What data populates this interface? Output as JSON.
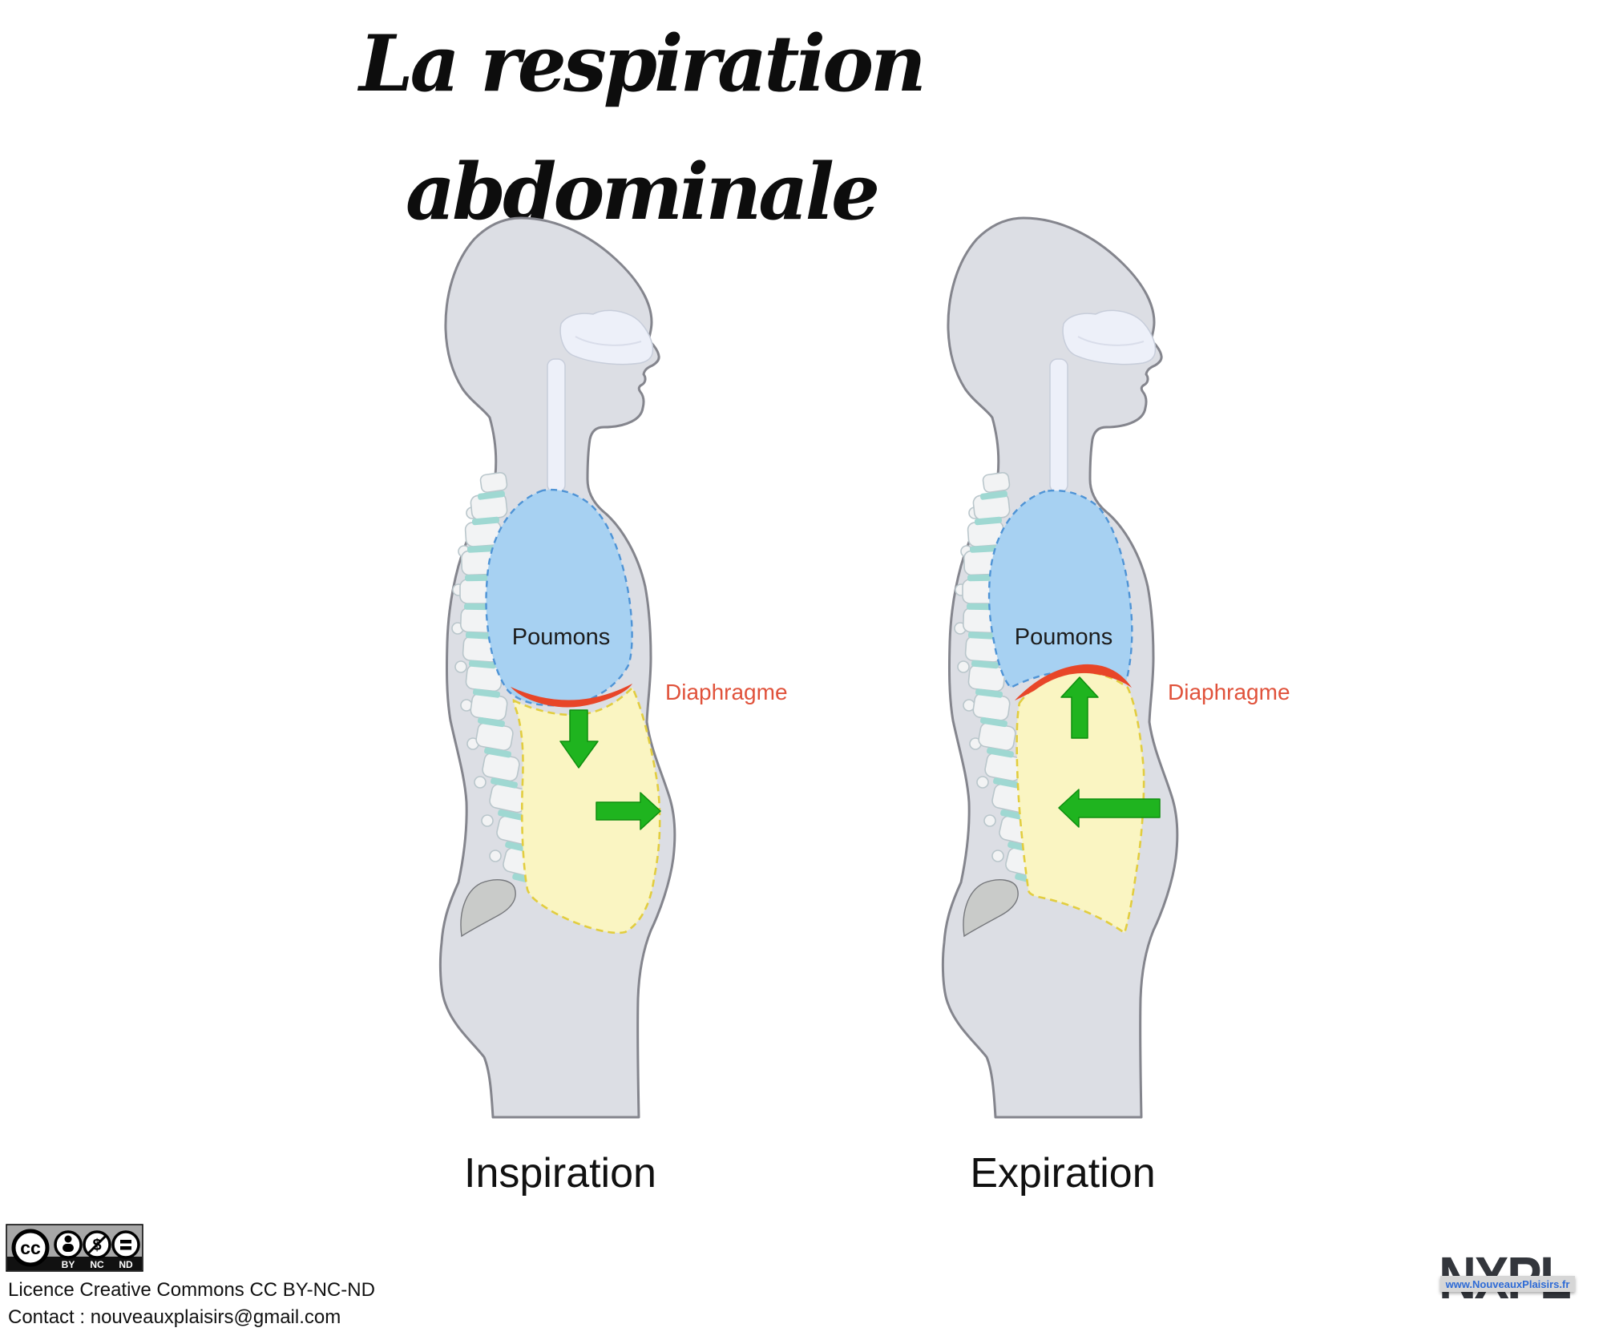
{
  "title": "La respiration abdominale",
  "figures": {
    "inspiration": {
      "label": "Inspiration",
      "lungs_label": "Poumons",
      "diaphragm_label": "Diaphragme",
      "diaphragm_motion": "down",
      "belly_motion": "out"
    },
    "expiration": {
      "label": "Expiration",
      "lungs_label": "Poumons",
      "diaphragm_label": "Diaphragme",
      "diaphragm_motion": "up",
      "belly_motion": "in"
    }
  },
  "license": {
    "badge": {
      "cc": "cc",
      "by": "BY",
      "nc": "NC",
      "nd": "ND"
    },
    "line1": "Licence Creative Commons CC BY-NC-ND",
    "line2": "Contact : nouveauxplaisirs@gmail.com"
  },
  "logo": {
    "text": "NXPL",
    "url": "www.NouveauxPlaisirs.fr"
  },
  "colors": {
    "lung_fill": "#a7d1f2",
    "lung_border": "#4f94d6",
    "abdomen_fill": "#faf5c2",
    "abdomen_border": "#e2cd3f",
    "diaphragm_red": "#e84628",
    "arrow_green": "#1fb41f",
    "body_gray": "#dcdee4",
    "body_outline": "#84858d",
    "label_red": "#e0523b"
  }
}
